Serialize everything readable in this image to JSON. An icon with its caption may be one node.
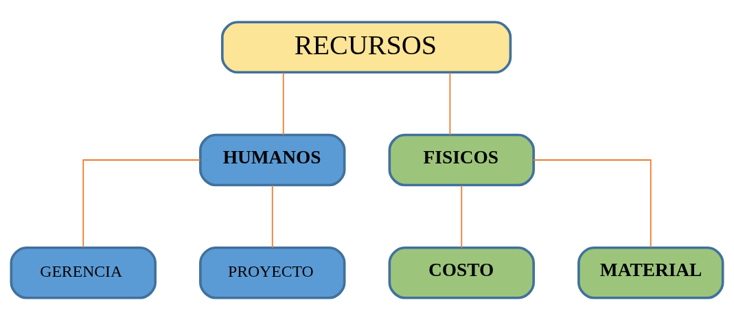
{
  "diagram": {
    "nodes": [
      {
        "text": [
          "RECURSOS"
        ]
      },
      {
        "text": [
          "HUMANOS"
        ]
      },
      {
        "text": [
          "FISICOS"
        ]
      },
      {
        "text": [
          "GERENCIA"
        ]
      },
      {
        "text": [
          "PROYECTO"
        ]
      },
      {
        "text": [
          "COSTO"
        ]
      },
      {
        "text": [
          "MATERIAL"
        ]
      }
    ],
    "edges": [
      {
        "from": 0,
        "to": 1,
        "arrow": "none"
      },
      {
        "from": 0,
        "to": 2,
        "arrow": "none"
      },
      {
        "from": 1,
        "to": 3,
        "arrow": "none"
      },
      {
        "from": 1,
        "to": 4,
        "arrow": "none"
      },
      {
        "from": 2,
        "to": 5,
        "arrow": "none"
      },
      {
        "from": 2,
        "to": 6,
        "arrow": "none"
      }
    ]
  }
}
